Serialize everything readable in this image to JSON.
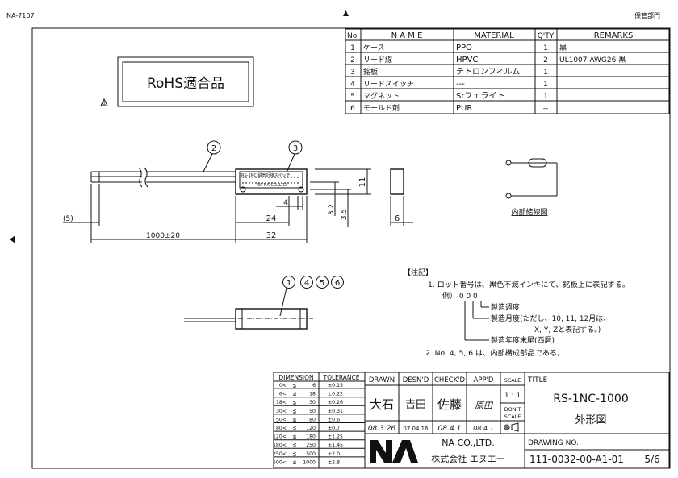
{
  "header": {
    "code": "NA-7107",
    "dept": "保管部門"
  },
  "rohs": {
    "label": "RoHS適合品",
    "warn": "1"
  },
  "parts": {
    "headers": [
      "No.",
      "N A M E",
      "MATERIAL",
      "Q'TY",
      "REMARKS"
    ],
    "rows": [
      [
        "1",
        "ケース",
        "PPO",
        "1",
        "黒"
      ],
      [
        "2",
        "リード線",
        "HPVC",
        "2",
        "UL1007 AWG26 黒"
      ],
      [
        "3",
        "銘板",
        "テトロンフィルム",
        "1",
        ""
      ],
      [
        "4",
        "リードスイッチ",
        "---",
        "1",
        ""
      ],
      [
        "5",
        "マグネット",
        "Srフェライト",
        "1",
        ""
      ],
      [
        "6",
        "モールド剤",
        "PUR",
        "--",
        ""
      ]
    ]
  },
  "dims": {
    "d5": "(5)",
    "d1000": "1000±20",
    "d32": "32",
    "d24": "24",
    "d4": "4",
    "d32b": "3.2",
    "d35": "3.5",
    "d11": "11",
    "d6": "6"
  },
  "balloons": {
    "b2": "2",
    "b3": "3",
    "b1": "1",
    "b4": "4",
    "b5": "5",
    "b6": "6"
  },
  "product_label": [
    "RS-1NC 磁気近接スイッチ",
    "NA NA CO.,LTD."
  ],
  "wiring": {
    "label": "内部結線図"
  },
  "notes": {
    "title": "【注記】",
    "n1": "1. ロット番号は、黒色不滅インキにて、銘板上に表記する。",
    "example": "例） 0 0 0",
    "week": "製造週度",
    "month": "製造月度(ただし、10, 11, 12月は、",
    "month2": "X, Y, Zと表記する。)",
    "year": "製造年度末尾(西暦)",
    "n2": "2. No. 4, 5, 6 は、内部構成部品である。"
  },
  "tolerance": {
    "headers": [
      "DIMENSION",
      "TOLERANCE"
    ],
    "rows": [
      [
        "0<",
        "≦",
        "6",
        "±0.15"
      ],
      [
        "6<",
        "≦",
        "18",
        "±0.22"
      ],
      [
        "18<",
        "≦",
        "30",
        "±0.26"
      ],
      [
        "30<",
        "≦",
        "50",
        "±0.31"
      ],
      [
        "50<",
        "≦",
        "80",
        "±0.6"
      ],
      [
        "80<",
        "≦",
        "120",
        "±0.7"
      ],
      [
        "120<",
        "≦",
        "180",
        "±1.25"
      ],
      [
        "180<",
        "≦",
        "250",
        "±1.45"
      ],
      [
        "250<",
        "≦",
        "500",
        "±2.0"
      ],
      [
        "500<",
        "≦",
        "1000",
        "±2.8"
      ]
    ]
  },
  "titleblock": {
    "drawn": "DRAWN",
    "desnd": "DESN'D",
    "checkd": "CHECK'D",
    "appd": "APP'D",
    "scale": "SCALE",
    "title_label": "TITLE",
    "title1": "RS-1NC-1000",
    "title2": "外形図",
    "sig_drawn": "大石",
    "sig_desnd": "吉田",
    "sig_check": "佐藤",
    "sig_app": "原田",
    "date_drawn": "08.3.26",
    "date_desnd": "07.04.16",
    "date_check": "08.4.1",
    "date_app": "08.4.1",
    "scale_val": "1 : 1",
    "dont1": "DON'T",
    "dont2": "SCALE",
    "company": "NA CO.,LTD.",
    "company_jp": "株式会社 エヌエー",
    "drawing_no_label": "DRAWING NO.",
    "drawing_no": "111-0032-00-A1-01",
    "sheet": "5/6"
  }
}
